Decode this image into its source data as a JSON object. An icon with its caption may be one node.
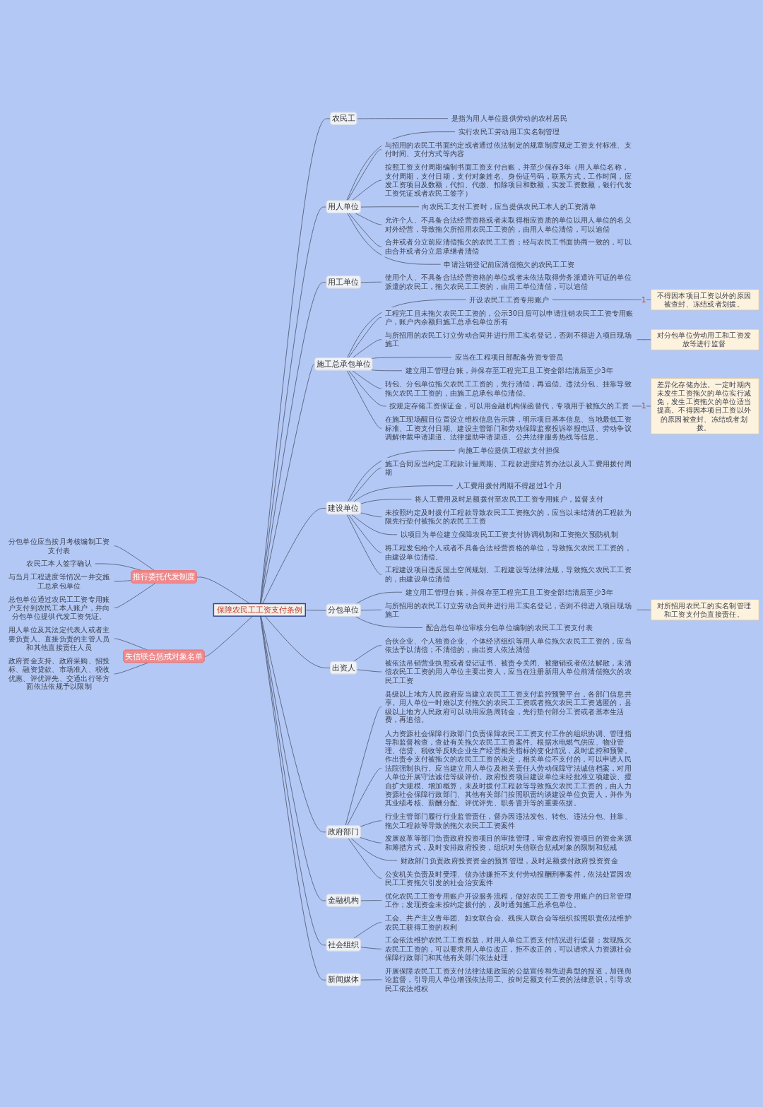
{
  "diagram": {
    "nodes": [
      {
        "text": [
          "保障农民工工资支付条例"
        ]
      },
      {
        "text": [
          "农民工"
        ]
      },
      {
        "text": [
          "是指为用人单位提供劳动的农村居民"
        ]
      },
      {
        "text": [
          "用人单位"
        ]
      },
      {
        "text": [
          "实行农民工劳动用工实名制管理"
        ]
      },
      {
        "text": [
          "与招用的农民工书面约定或者通过依法制定的规章制度规定工资支付标准、支付时间、支付方式等内容"
        ]
      },
      {
        "text": [
          "按照工资支付周期编制书面工资支付台账，并至少保存3年（用人单位名称，支付周期，支付日期，支付对象姓名、身份证号码，联系方式，工作时间，应发工资项目及数额，代扣、代缴、扣除项目和数额，实发工资数额，银行代发工资凭证或者农民工签字）"
        ]
      },
      {
        "text": [
          "向农民工支付工资时，应当提供农民工本人的工资清单"
        ]
      },
      {
        "text": [
          "允许个人、不具备合法经营资格或者未取得相应资质的单位以用人单位的名义对外经营，导致拖欠所招用农民工工资的，由用人单位清偿，可以追偿"
        ]
      },
      {
        "text": [
          "合并或者分立前应清偿拖欠的农民工工资；经与农民工书面协商一致的，可以由合并或者分立后承继者清偿"
        ]
      },
      {
        "text": [
          "申请注销登记前应清偿拖欠的农民工工资"
        ]
      },
      {
        "text": [
          "用工单位"
        ]
      },
      {
        "text": [
          "使用个人、不具备合法经营资格的单位或者未依法取得劳务派遣许可证的单位派遣的农民工，拖欠农民工工资的，由用工单位清偿，可以追偿"
        ]
      },
      {
        "text": [
          "施工总承包单位"
        ]
      },
      {
        "text": [
          "开设农民工工资专用账户"
        ]
      },
      {
        "text": [
          "不得因本项目工资以外的原因被查封、冻结或者划拨。"
        ]
      },
      {
        "text": [
          "工程完工且未拖欠农民工工资的，公示30日后可以申请注销农民工工资专用账户，账户内余额归施工总承包单位所有"
        ]
      },
      {
        "text": [
          "与所招用的农民工订立劳动合同并进行用工实名登记，否则不得进入项目现场施工"
        ]
      },
      {
        "text": [
          "对分包单位劳动用工和工资发放等进行监督"
        ]
      },
      {
        "text": [
          "应当在工程项目部配备劳资专管员"
        ]
      },
      {
        "text": [
          "建立用工管理台账，并保存至工程完工且工资全部结清后至少3年"
        ]
      },
      {
        "text": [
          "转包、分包单位拖欠农民工工资的，先行清偿，再追偿。违法分包、挂靠导致拖欠农民工工资的，由施工总承包单位清偿。"
        ]
      },
      {
        "text": [
          "按规定存储工资保证金，可以用金融机构保函替代，专项用于被拖欠的工资"
        ]
      },
      {
        "text": [
          "差异化存储办法。一定时期内未发生工资拖欠的单位实行减免，发生工资拖欠的单位适当提高。不得因本项目工资以外的原因被查封、冻结或者划拨。"
        ]
      },
      {
        "text": [
          "在施工现场醒目位置设立维权信息告示牌，明示项目基本信息、当地最低工资标准、工资支付日期、建设主管部门和劳动保障监察投诉举报电话、劳动争议调解仲裁申请渠道、法律援助申请渠道、公共法律服务热线等信息。"
        ]
      },
      {
        "text": [
          "建设单位"
        ]
      },
      {
        "text": [
          "向施工单位提供工程款支付担保"
        ]
      },
      {
        "text": [
          "施工合同应当约定工程款计量周期、工程款进度结算办法以及人工费用拨付周期"
        ]
      },
      {
        "text": [
          "人工费用拨付周期不得超过1个月"
        ]
      },
      {
        "text": [
          "将人工费用及时足额拨付至农民工工资专用账户，监督支付"
        ]
      },
      {
        "text": [
          "未按照约定及时拨付工程款导致农民工工资拖欠的，应当以未结清的工程款为限先行垫付被拖欠的农民工工资"
        ]
      },
      {
        "text": [
          "以项目为单位建立保障农民工工资支付协调机制和工资拖欠预防机制"
        ]
      },
      {
        "text": [
          "将工程发包给个人或者不具备合法经营资格的单位，导致拖欠农民工工资的，由建设单位清偿。"
        ]
      },
      {
        "text": [
          "工程建设项目违反国土空间规划、工程建设等法律法规，导致拖欠农民工工资的，由建设单位清偿"
        ]
      },
      {
        "text": [
          "分包单位"
        ]
      },
      {
        "text": [
          "建立用工管理台账，并保存至工程完工且工资全部结清后至少3年"
        ]
      },
      {
        "text": [
          "与所招用的农民工订立劳动合同并进行用工实名登记，否则不得进入项目现场施工"
        ]
      },
      {
        "text": [
          "对所招用农民工的实名制管理和工资支付负直接责任。"
        ]
      },
      {
        "text": [
          "配合总包单位审核分包单位编制的农民工工资支付表"
        ]
      },
      {
        "text": [
          "出资人"
        ]
      },
      {
        "text": [
          "合伙企业、个人独资企业、个体经济组织等用人单位拖欠农民工工资的，应当依法予以清偿；不清偿的，由出资人依法清偿"
        ]
      },
      {
        "text": [
          "被依法吊销营业执照或者登记证书、被责令关闭、被撤销或者依法解散，未清偿农民工工资的用人单位主要出资人，应当在注册新用人单位前清偿拖欠的农民工工资"
        ]
      },
      {
        "text": [
          "政府部门"
        ]
      },
      {
        "text": [
          "县级以上地方人民政府应当建立农民工工资支付监控预警平台，各部门信息共享。用人单位一时难以支付拖欠的农民工工资或者拖欠农民工工资逃匿的，县级以上地方人民政府可以动用应急周转金，先行垫付部分工资或者基本生活费，再追偿。"
        ]
      },
      {
        "text": [
          "人力资源社会保障行政部门负责保障农民工工资支付工作的组织协调、管理指导和监督检查，查处有关拖欠农民工工资案件。根据水电燃气供应、物业管理、信贷、税收等反映企业生产经营相关指标的变化情况，及时监控和预警。作出责令支付被拖欠的农民工工资的决定，相关单位不支付的，可以申请人民法院强制执行。应当建立用人单位及相关责任人劳动保障守法诚信档案，对用人单位开展守法诚信等级评价。政府投资项目建设单位未经批准立项建设、擅自扩大规模、增加概算，未及时拨付工程款等导致拖欠农民工工资的，由人力资源社会保障行政部门、其他有关部门按照职责约谈建设单位负责人，并作为其业绩考核、薪酬分配、评优评先、职务晋升等的重要依据。"
        ]
      },
      {
        "text": [
          "行业主管部门履行行业监管责任，督办因违法发包、转包、违法分包、挂靠、拖欠工程款等导致的拖欠农民工工资案件"
        ]
      },
      {
        "text": [
          "发展改革等部门负责政府投资项目的审批管理，审查政府投资项目的资金来源和筹措方式，及时安排政府投资，组织对失信联合惩戒对象的限制和惩戒"
        ]
      },
      {
        "text": [
          "财政部门负责政府投资资金的预算管理，及时足额拨付政府投资资金"
        ]
      },
      {
        "text": [
          "公安机关负责及时受理、侦办涉嫌拒不支付劳动报酬刑事案件，依法处置因农民工工资拖欠引发的社会治安案件"
        ]
      },
      {
        "text": [
          "金融机构"
        ]
      },
      {
        "text": [
          "优化农民工工资专用账户开设服务流程，做好农民工工资专用账户的日常管理工作；发现资金未按约定拨付的，及时通知施工总承包单位。"
        ]
      },
      {
        "text": [
          "社会组织"
        ]
      },
      {
        "text": [
          "工会、共产主义青年团、妇女联合会、残疾人联合会等组织按照职责依法维护农民工获得工资的权利"
        ]
      },
      {
        "text": [
          "工会依法维护农民工工资权益，对用人单位工资支付情况进行监督；发现拖欠农民工工资的，可以要求用人单位改正，拒不改正的，可以请求人力资源社会保障行政部门和其他有关部门依法处理"
        ]
      },
      {
        "text": [
          "新闻媒体"
        ]
      },
      {
        "text": [
          "开展保障农民工工资支付法律法规政策的公益宣传和先进典型的报道，加强舆论监督，引导用人单位增强依法用工、按时足额支付工资的法律意识，引导农民工依法维权"
        ]
      },
      {
        "text": [
          "推行委托代发制度"
        ]
      },
      {
        "text": [
          "分包单位应当按月考核编制工资支付表"
        ]
      },
      {
        "text": [
          "农民工本人签字确认"
        ]
      },
      {
        "text": [
          "与当月工程进度等情况一并交施工总承包单位"
        ]
      },
      {
        "text": [
          "总包单位通过农民工工资专用账户支付到农民工本人账户，并向分包单位提供代发工资凭证。"
        ]
      },
      {
        "text": [
          "失信联合惩戒对象名单"
        ]
      },
      {
        "text": [
          "用人单位及其法定代表人或者主要负责人、直接负责的主管人员和其他直接责任人员"
        ]
      },
      {
        "text": [
          "政府资金支持、政府采购、招投标、融资贷款、市场准入、税收优惠、评优评先、交通出行等方面依法依规予以限制"
        ]
      }
    ],
    "edges": [
      {
        "from": 0,
        "to": 1,
        "arrow": "none"
      },
      {
        "from": 1,
        "to": 2,
        "arrow": "none"
      },
      {
        "from": 0,
        "to": 3,
        "arrow": "none"
      },
      {
        "from": 3,
        "to": 4,
        "arrow": "none"
      },
      {
        "from": 3,
        "to": 5,
        "arrow": "none"
      },
      {
        "from": 3,
        "to": 6,
        "arrow": "none"
      },
      {
        "from": 3,
        "to": 7,
        "arrow": "none"
      },
      {
        "from": 3,
        "to": 8,
        "arrow": "none"
      },
      {
        "from": 3,
        "to": 9,
        "arrow": "none"
      },
      {
        "from": 3,
        "to": 10,
        "arrow": "none"
      },
      {
        "from": 0,
        "to": 11,
        "arrow": "none"
      },
      {
        "from": 11,
        "to": 12,
        "arrow": "none"
      },
      {
        "from": 0,
        "to": 13,
        "arrow": "none"
      },
      {
        "from": 13,
        "to": 14,
        "arrow": "none"
      },
      {
        "from": 14,
        "to": 15,
        "arrow": "none",
        "label": "1"
      },
      {
        "from": 13,
        "to": 16,
        "arrow": "none"
      },
      {
        "from": 13,
        "to": 17,
        "arrow": "none"
      },
      {
        "from": 17,
        "to": 18,
        "arrow": "none"
      },
      {
        "from": 13,
        "to": 19,
        "arrow": "none"
      },
      {
        "from": 13,
        "to": 20,
        "arrow": "none"
      },
      {
        "from": 13,
        "to": 21,
        "arrow": "none"
      },
      {
        "from": 13,
        "to": 22,
        "arrow": "none"
      },
      {
        "from": 22,
        "to": 23,
        "arrow": "none",
        "label": "1"
      },
      {
        "from": 13,
        "to": 24,
        "arrow": "none"
      },
      {
        "from": 0,
        "to": 25,
        "arrow": "none"
      },
      {
        "from": 25,
        "to": 26,
        "arrow": "none"
      },
      {
        "from": 25,
        "to": 27,
        "arrow": "none"
      },
      {
        "from": 25,
        "to": 28,
        "arrow": "none"
      },
      {
        "from": 25,
        "to": 29,
        "arrow": "none"
      },
      {
        "from": 25,
        "to": 30,
        "arrow": "none"
      },
      {
        "from": 25,
        "to": 31,
        "arrow": "none"
      },
      {
        "from": 25,
        "to": 32,
        "arrow": "none"
      },
      {
        "from": 25,
        "to": 33,
        "arrow": "none"
      },
      {
        "from": 0,
        "to": 34,
        "arrow": "none"
      },
      {
        "from": 34,
        "to": 35,
        "arrow": "none"
      },
      {
        "from": 34,
        "to": 36,
        "arrow": "none"
      },
      {
        "from": 36,
        "to": 37,
        "arrow": "none"
      },
      {
        "from": 34,
        "to": 38,
        "arrow": "none"
      },
      {
        "from": 0,
        "to": 39,
        "arrow": "none"
      },
      {
        "from": 39,
        "to": 40,
        "arrow": "none"
      },
      {
        "from": 39,
        "to": 41,
        "arrow": "none"
      },
      {
        "from": 0,
        "to": 42,
        "arrow": "none"
      },
      {
        "from": 42,
        "to": 43,
        "arrow": "none"
      },
      {
        "from": 42,
        "to": 44,
        "arrow": "none"
      },
      {
        "from": 42,
        "to": 45,
        "arrow": "none"
      },
      {
        "from": 42,
        "to": 46,
        "arrow": "none"
      },
      {
        "from": 42,
        "to": 47,
        "arrow": "none"
      },
      {
        "from": 42,
        "to": 48,
        "arrow": "none"
      },
      {
        "from": 0,
        "to": 49,
        "arrow": "none"
      },
      {
        "from": 49,
        "to": 50,
        "arrow": "none"
      },
      {
        "from": 0,
        "to": 51,
        "arrow": "none"
      },
      {
        "from": 51,
        "to": 52,
        "arrow": "none"
      },
      {
        "from": 51,
        "to": 53,
        "arrow": "none"
      },
      {
        "from": 0,
        "to": 54,
        "arrow": "none"
      },
      {
        "from": 54,
        "to": 55,
        "arrow": "none"
      },
      {
        "from": 56,
        "to": 0,
        "arrow": "none"
      },
      {
        "from": 57,
        "to": 56,
        "arrow": "none"
      },
      {
        "from": 58,
        "to": 56,
        "arrow": "none"
      },
      {
        "from": 59,
        "to": 56,
        "arrow": "none"
      },
      {
        "from": 60,
        "to": 56,
        "arrow": "none"
      },
      {
        "from": 61,
        "to": 0,
        "arrow": "none"
      },
      {
        "from": 62,
        "to": 61,
        "arrow": "none"
      },
      {
        "from": 63,
        "to": 61,
        "arrow": "none"
      }
    ]
  }
}
